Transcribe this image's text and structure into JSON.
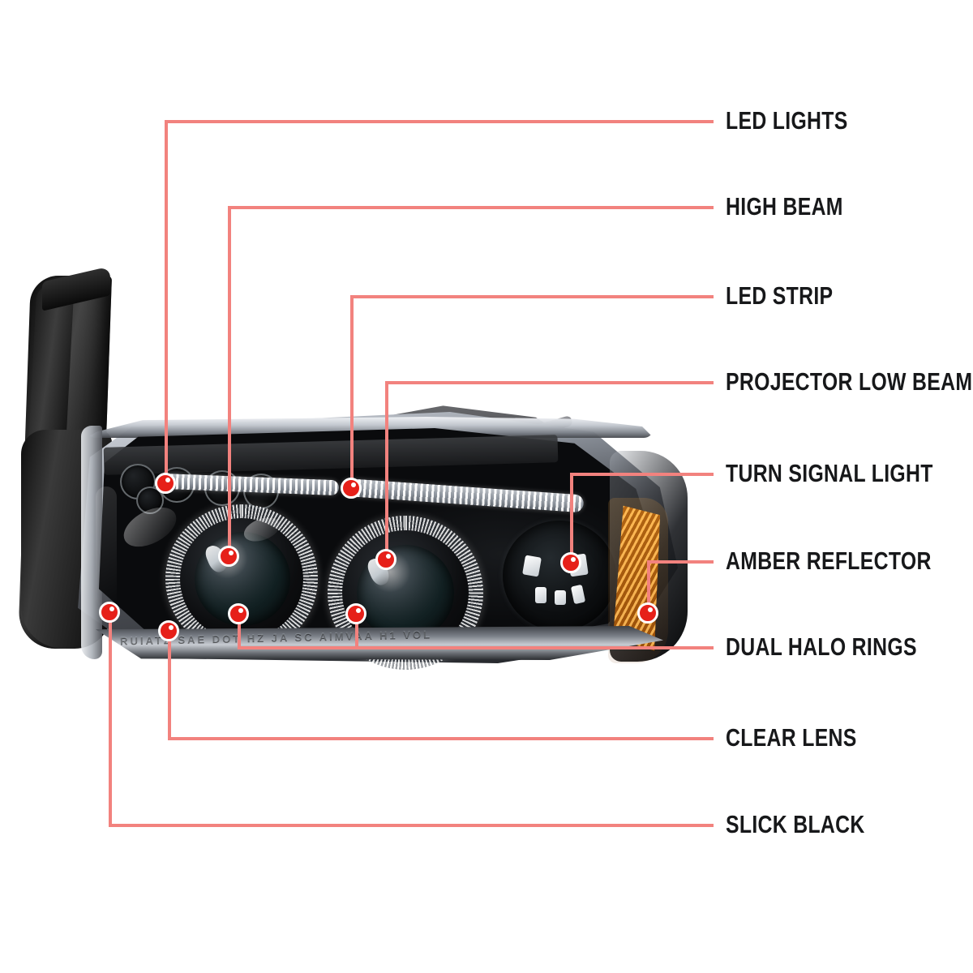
{
  "diagram": {
    "title": "Headlight feature callout diagram",
    "accent_line_color": "#F2827E",
    "marker_color": "#E62019",
    "label_color": "#17181A",
    "background_color": "#FFFFFF",
    "amber_color": "#E07818"
  },
  "callouts": [
    {
      "id": "led-lights",
      "label": "LED LIGHTS"
    },
    {
      "id": "high-beam",
      "label": "HIGH BEAM"
    },
    {
      "id": "led-strip",
      "label": "LED STRIP"
    },
    {
      "id": "projector-low-beam",
      "label": "PROJECTOR LOW BEAM"
    },
    {
      "id": "turn-signal-light",
      "label": "TURN SIGNAL LIGHT"
    },
    {
      "id": "amber-reflector",
      "label": "AMBER REFLECTOR"
    },
    {
      "id": "dual-halo-rings",
      "label": "DUAL HALO RINGS"
    },
    {
      "id": "clear-lens",
      "label": "CLEAR LENS"
    },
    {
      "id": "slick-black",
      "label": "SLICK BLACK"
    }
  ],
  "product": {
    "emboss_text": "RUIATZ   SAE  DOT   HZ  JA  SC   AIMVAA  H1  VOL"
  }
}
